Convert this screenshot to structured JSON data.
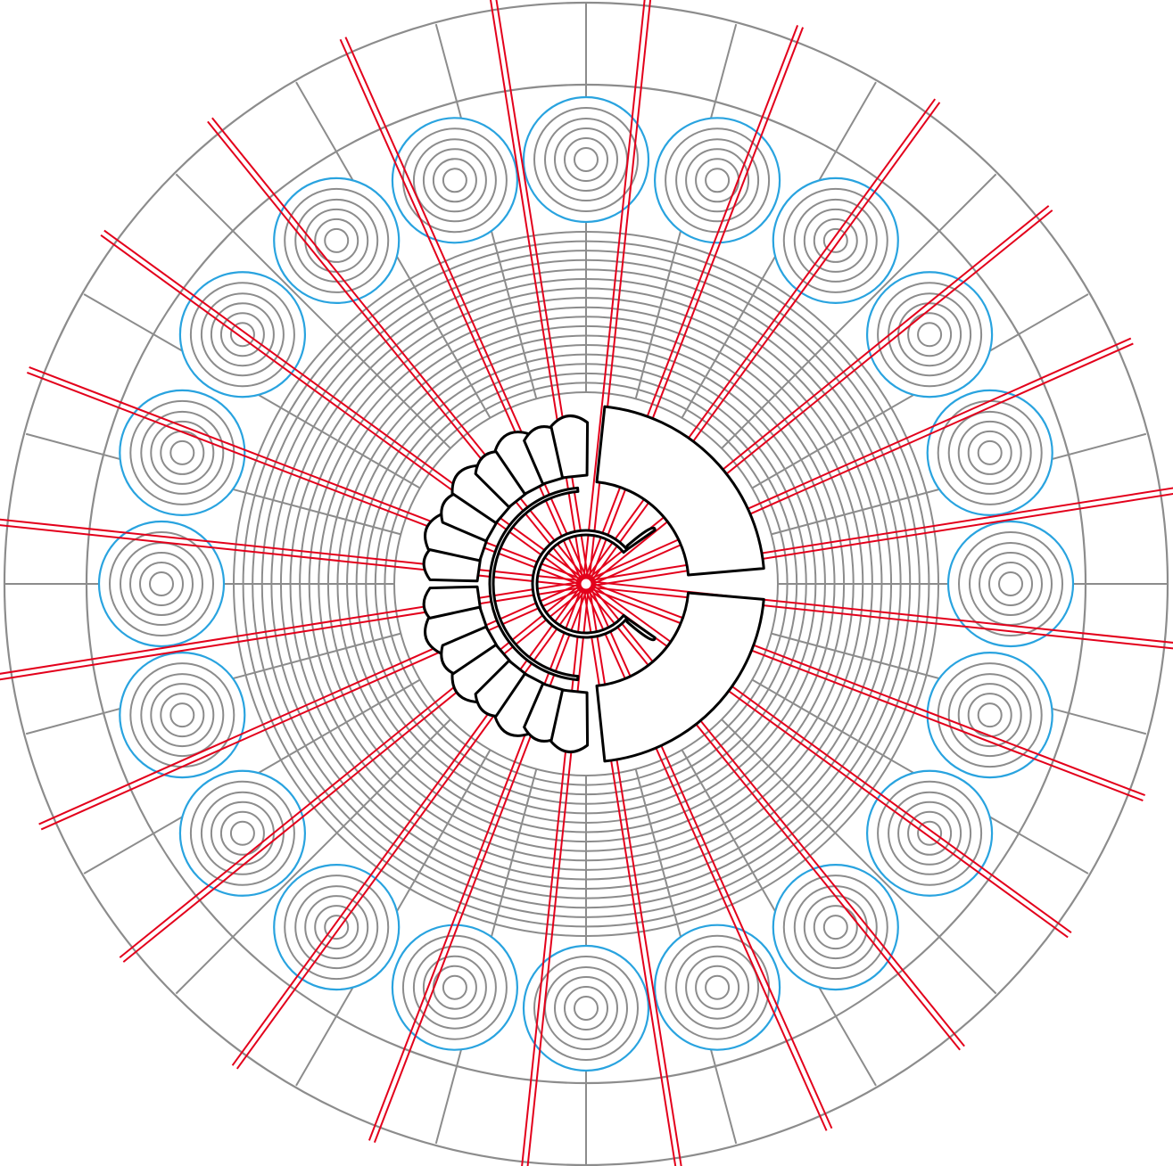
{
  "diagram": {
    "colors": {
      "background": "#ffffff",
      "grid": "#8c8c8c",
      "ring_outline": "#29a3df",
      "ray": "#e3001b",
      "glyph": "#000000"
    },
    "outer_circles": 2,
    "radial_spokes": 24,
    "ring_count": 20,
    "ring_inner_circles": 5,
    "fine_circles": 18,
    "ray_pairs": 24,
    "petals_per_side": 8,
    "glyph": {
      "top_left": "petal-fan",
      "bottom_left": "petal-fan",
      "right": "crescent-and-wedges"
    }
  }
}
